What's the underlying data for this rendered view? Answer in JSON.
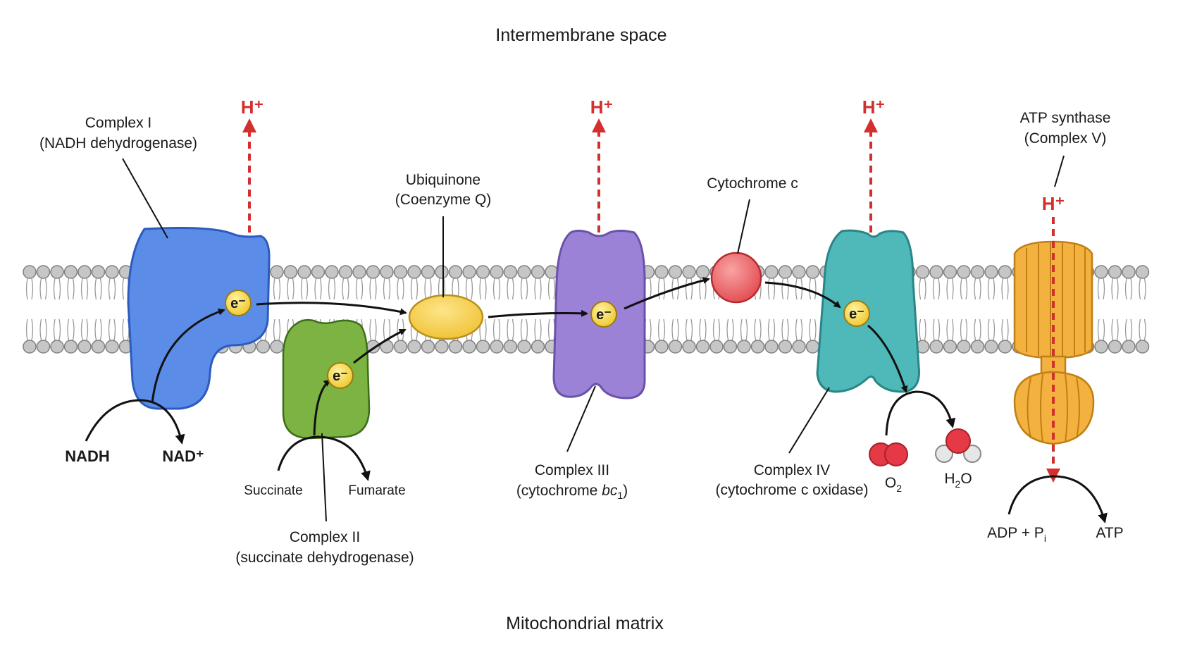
{
  "regions": {
    "top": "Intermembrane space",
    "bottom": "Mitochondrial matrix"
  },
  "complex1": {
    "line1": "Complex I",
    "line2": "(NADH dehydrogenase)",
    "substrate": "NADH",
    "product": "NAD⁺"
  },
  "complex2": {
    "line1": "Complex II",
    "line2": "(succinate dehydrogenase)",
    "substrate": "Succinate",
    "product": "Fumarate"
  },
  "ubiquinone": {
    "line1": "Ubiquinone",
    "line2": "(Coenzyme Q)"
  },
  "complex3": {
    "line1": "Complex III",
    "line2_pre": "(cytochrome ",
    "line2_ital": "bc",
    "line2_sub": "1",
    "line2_post": ")"
  },
  "cytochrome_c": {
    "label": "Cytochrome c"
  },
  "complex4": {
    "line1": "Complex IV",
    "line2": "(cytochrome c oxidase)",
    "substrate": "O",
    "substrate_sub": "2",
    "product_pre": "H",
    "product_sub": "2",
    "product_post": "O"
  },
  "atp_synthase": {
    "line1": "ATP synthase",
    "line2": "(Complex V)",
    "substrate": "ADP + P",
    "substrate_sub": "i",
    "product": "ATP"
  },
  "proton": {
    "label": "H⁺"
  },
  "electron": {
    "label": "e⁻"
  },
  "colors": {
    "proton_arrow": "#d32f2f",
    "complex1": "#5b8de8",
    "complex2": "#7cb342",
    "ubiquinone": "#f2cc44",
    "complex3": "#9b82d6",
    "cytochrome_c": "#ec5a5e",
    "complex4": "#4fb8b8",
    "atp_synthase": "#f3b23f",
    "electron_carrier": "#f5d649",
    "membrane_head": "#c6c6c6"
  }
}
